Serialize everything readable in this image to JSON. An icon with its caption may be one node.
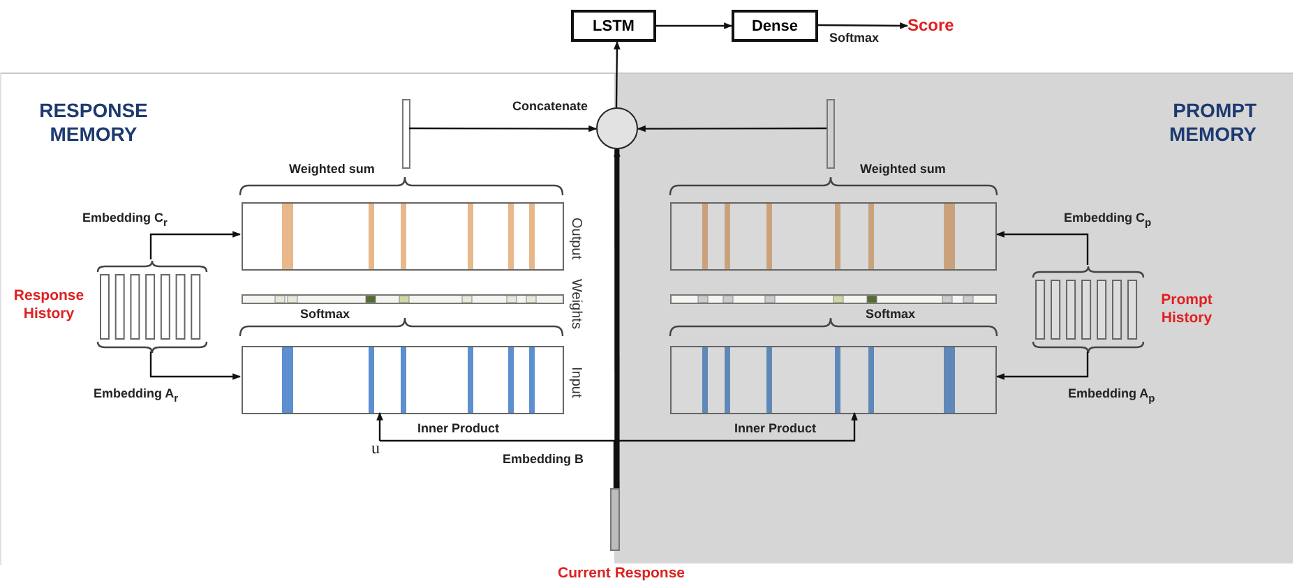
{
  "diagram": {
    "nodes": [
      {
        "text": [
          "LSTM"
        ]
      },
      {
        "text": [
          "Dense"
        ]
      },
      {
        "text": [
          "Score"
        ]
      },
      {
        "text": [],
        "shape": "circle"
      },
      {
        "text": [
          "RESPONSE MEMORY"
        ]
      },
      {
        "text": [],
        "shape": "bar",
        "in": 4
      },
      {
        "text": [],
        "shape": "box",
        "in": 4,
        "beside": [
          "Output"
        ]
      },
      {
        "text": [],
        "shape": "stack",
        "in": 4,
        "beside": [
          "Response History"
        ]
      },
      {
        "text": [],
        "shape": "bar",
        "in": 4,
        "beside": [
          "Weights"
        ]
      },
      {
        "text": [],
        "shape": "box",
        "in": 4,
        "beside": [
          "Input"
        ]
      },
      {
        "text": [
          "PROMPT MEMORY"
        ]
      },
      {
        "text": [],
        "shape": "bar",
        "in": 10
      },
      {
        "text": [],
        "shape": "box",
        "in": 10
      },
      {
        "text": [],
        "shape": "stack",
        "in": 10,
        "beside": [
          "Prompt History"
        ]
      },
      {
        "text": [],
        "shape": "bar",
        "in": 10
      },
      {
        "text": [],
        "shape": "box",
        "in": 10
      },
      {
        "text": [],
        "shape": "bar",
        "beside": [
          "Current Response"
        ]
      }
    ],
    "edges": [
      {
        "from": 0,
        "to": 1,
        "arrow": "to"
      },
      {
        "from": 1,
        "to": 2,
        "arrow": "to",
        "label": "Softmax"
      },
      {
        "from": 3,
        "to": 0,
        "arrow": "to"
      },
      {
        "from": 5,
        "to": 3,
        "arrow": "to",
        "label": "Concatenate"
      },
      {
        "from": 11,
        "to": 3,
        "arrow": "to"
      },
      {
        "from": 16,
        "to": 3,
        "arrow": "to",
        "style": "thick"
      },
      {
        "from": 16,
        "to": 9,
        "arrow": "to",
        "label": "Inner Product"
      },
      {
        "from": 16,
        "to": 15,
        "arrow": "to",
        "label": "Inner Product"
      },
      {
        "from": 7,
        "to": 6,
        "arrow": "to",
        "label": "Embedding C$_{r}$"
      },
      {
        "from": 7,
        "to": 9,
        "arrow": "to",
        "label": "Embedding A$_{r}$"
      },
      {
        "from": 13,
        "to": 12,
        "arrow": "to",
        "label": "Embedding C$_{p}$"
      },
      {
        "from": 13,
        "to": 15,
        "arrow": "to",
        "label": "Embedding A$_{p}$"
      }
    ],
    "labels": [
      "Weighted sum",
      "Weighted sum",
      "Softmax",
      "Softmax",
      "u",
      "Embedding B"
    ]
  }
}
